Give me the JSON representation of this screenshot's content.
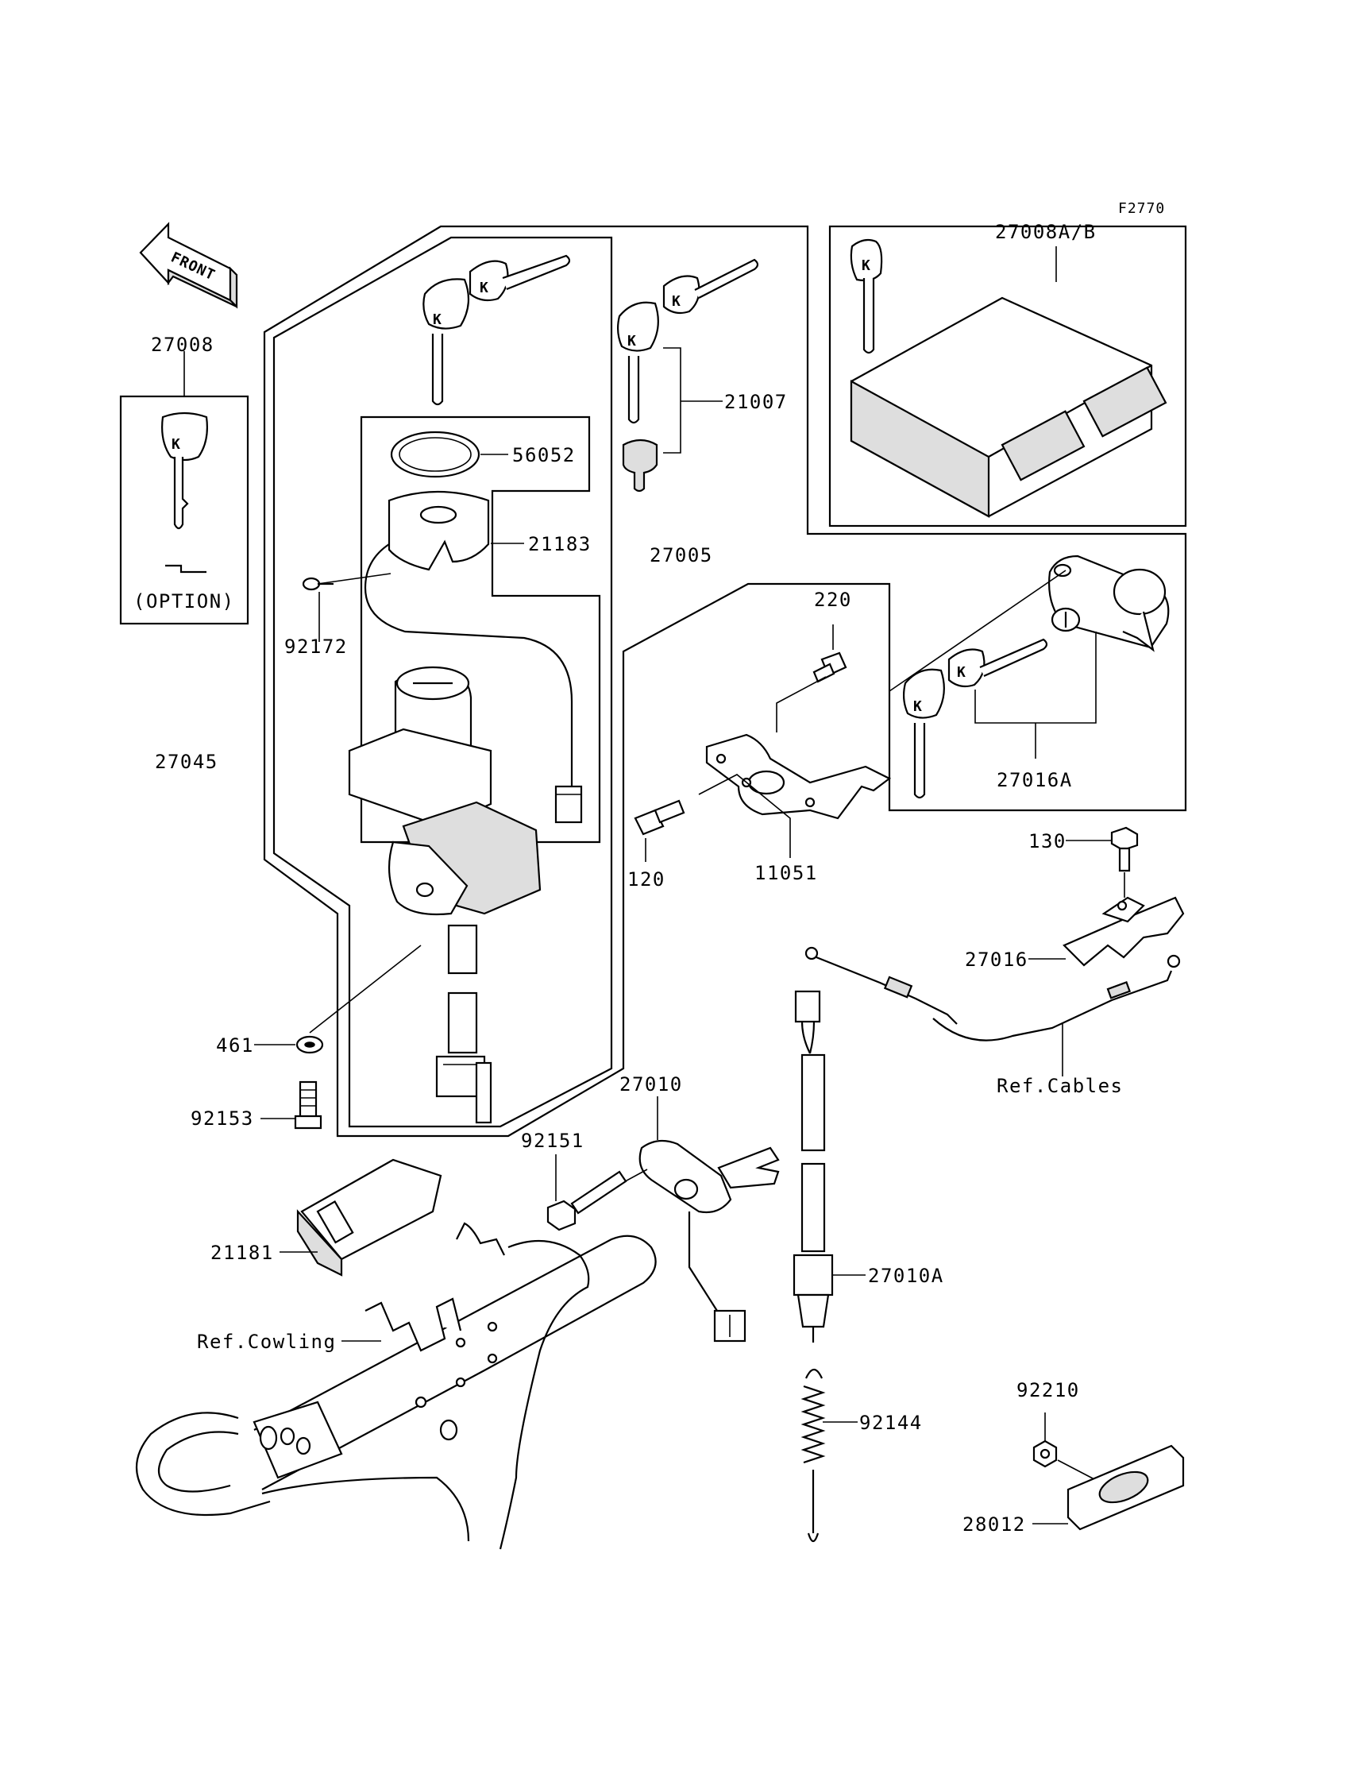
{
  "figure_code": "F2770",
  "front_arrow_label": "FRONT",
  "option_label": "(OPTION)",
  "parts": {
    "p27008": "27008",
    "p27008ab": "27008A/B",
    "p21007": "21007",
    "p56052": "56052",
    "p21183": "21183",
    "p27005": "27005",
    "p92172": "92172",
    "p220": "220",
    "p27045": "27045",
    "p27016a": "27016A",
    "p120": "120",
    "p11051": "11051",
    "p130": "130",
    "p27016": "27016",
    "p461": "461",
    "p27010": "27010",
    "p92153": "92153",
    "p92151": "92151",
    "p21181": "21181",
    "p27010a": "27010A",
    "p92144": "92144",
    "p92210": "92210",
    "p28012": "28012"
  },
  "references": {
    "cables": "Ref.Cables",
    "cowling": "Ref.Cowling"
  }
}
